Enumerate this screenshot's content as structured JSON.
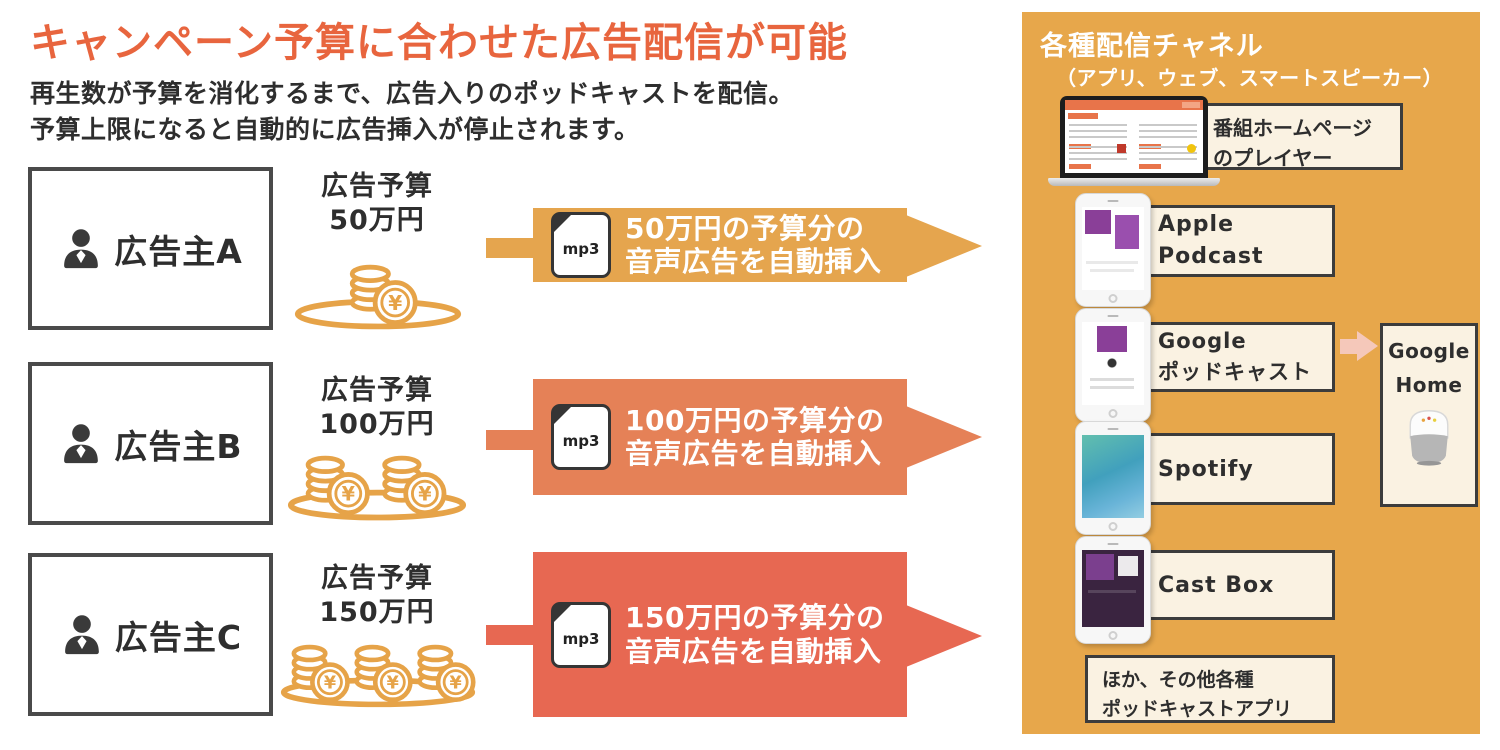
{
  "title": "キャンペーン予算に合わせた広告配信が可能",
  "subtitle": {
    "line1": "再生数が予算を消化するまで、広告入りのポッドキャストを配信。",
    "line2": "予算上限になると自動的に広告挿入が停止されます。"
  },
  "colors": {
    "title": "#E8653E",
    "panel_bg": "#E7A74B",
    "banner_a": "#E5A54E",
    "banner_b": "#E58157",
    "banner_c": "#E76852",
    "coin": "#E6A348",
    "label_box_bg": "#FAF2E2",
    "dark_border": "#3C3C3C",
    "pink_arrow": "#F5C8BA"
  },
  "advertisers": [
    {
      "name": "広告主A",
      "budget_title": "広告予算",
      "budget_amount": "50万円",
      "coin_stacks": 1,
      "file_label": "mp3",
      "banner": {
        "line1": "50万円の予算分の",
        "line2": "音声広告を自動挿入"
      }
    },
    {
      "name": "広告主B",
      "budget_title": "広告予算",
      "budget_amount": "100万円",
      "coin_stacks": 2,
      "file_label": "mp3",
      "banner": {
        "line1": "100万円の予算分の",
        "line2": "音声広告を自動挿入"
      }
    },
    {
      "name": "広告主C",
      "budget_title": "広告予算",
      "budget_amount": "150万円",
      "coin_stacks": 3,
      "file_label": "mp3",
      "banner": {
        "line1": "150万円の予算分の",
        "line2": "音声広告を自動挿入"
      }
    }
  ],
  "panel": {
    "title": "各種配信チャネル",
    "subtitle": "（アプリ、ウェブ、スマートスピーカー）",
    "channels": [
      {
        "line1": "番組ホームページ",
        "line2": "のプレイヤー"
      },
      {
        "line1": "Apple",
        "line2": "Podcast"
      },
      {
        "line1": "Google",
        "line2": "ポッドキャスト"
      },
      {
        "line1": "Spotify"
      },
      {
        "line1": "Cast Box"
      },
      {
        "line1": "ほか、その他各種",
        "line2": "ポッドキャストアプリ"
      }
    ],
    "smart_speaker": {
      "line1": "Google",
      "line2": "Home"
    }
  }
}
